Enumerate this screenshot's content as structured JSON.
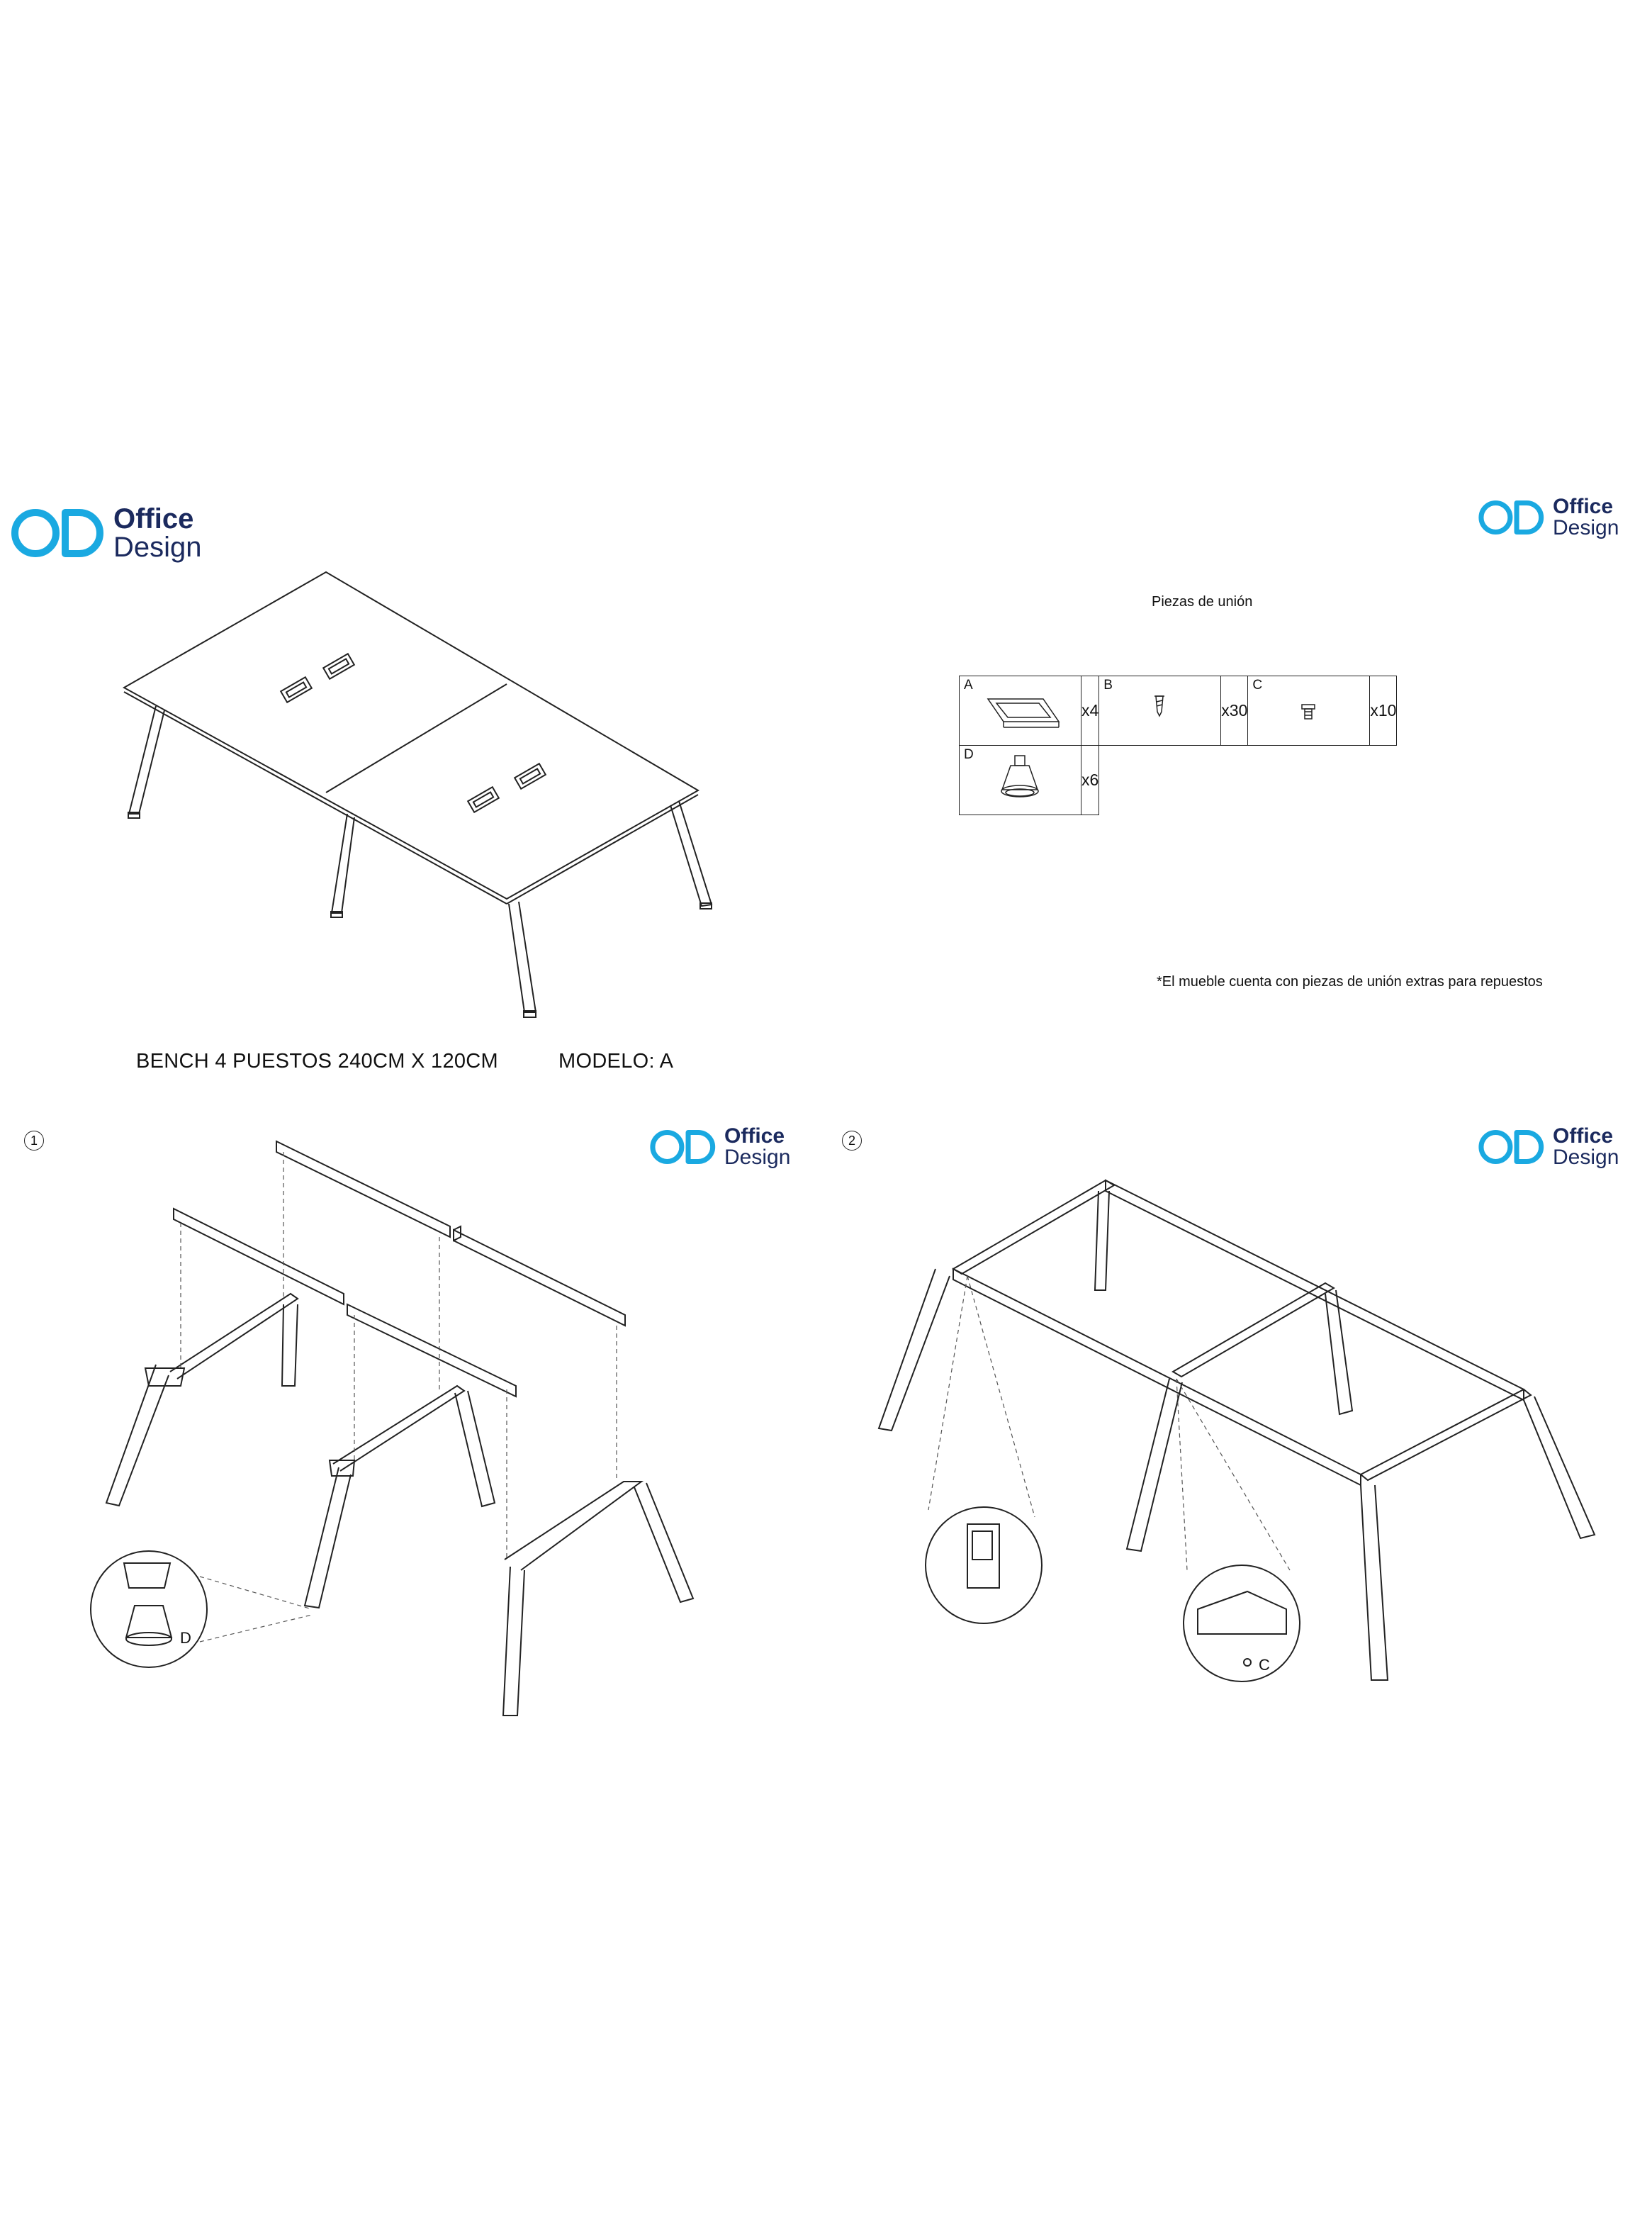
{
  "logo": {
    "monogram": "OD",
    "line1": "Office",
    "line2": "Design"
  },
  "panel_overview": {
    "caption_product": "BENCH 4 PUESTOS 240CM X 120CM",
    "caption_model": "MODELO: A"
  },
  "panel_parts": {
    "title": "Piezas de unión",
    "note": "*El mueble cuenta con piezas de unión extras para repuestos",
    "parts": [
      {
        "letter": "A",
        "qty": "x4"
      },
      {
        "letter": "B",
        "qty": "x30"
      },
      {
        "letter": "C",
        "qty": "x10"
      },
      {
        "letter": "D",
        "qty": "x6"
      }
    ]
  },
  "panel_step1": {
    "step": "1",
    "callout_label": "D"
  },
  "panel_step2": {
    "step": "2",
    "callout_label": "C"
  },
  "colors": {
    "brand_cyan": "#1aa9e1",
    "brand_navy": "#1b2a5e",
    "line": "#222222"
  }
}
